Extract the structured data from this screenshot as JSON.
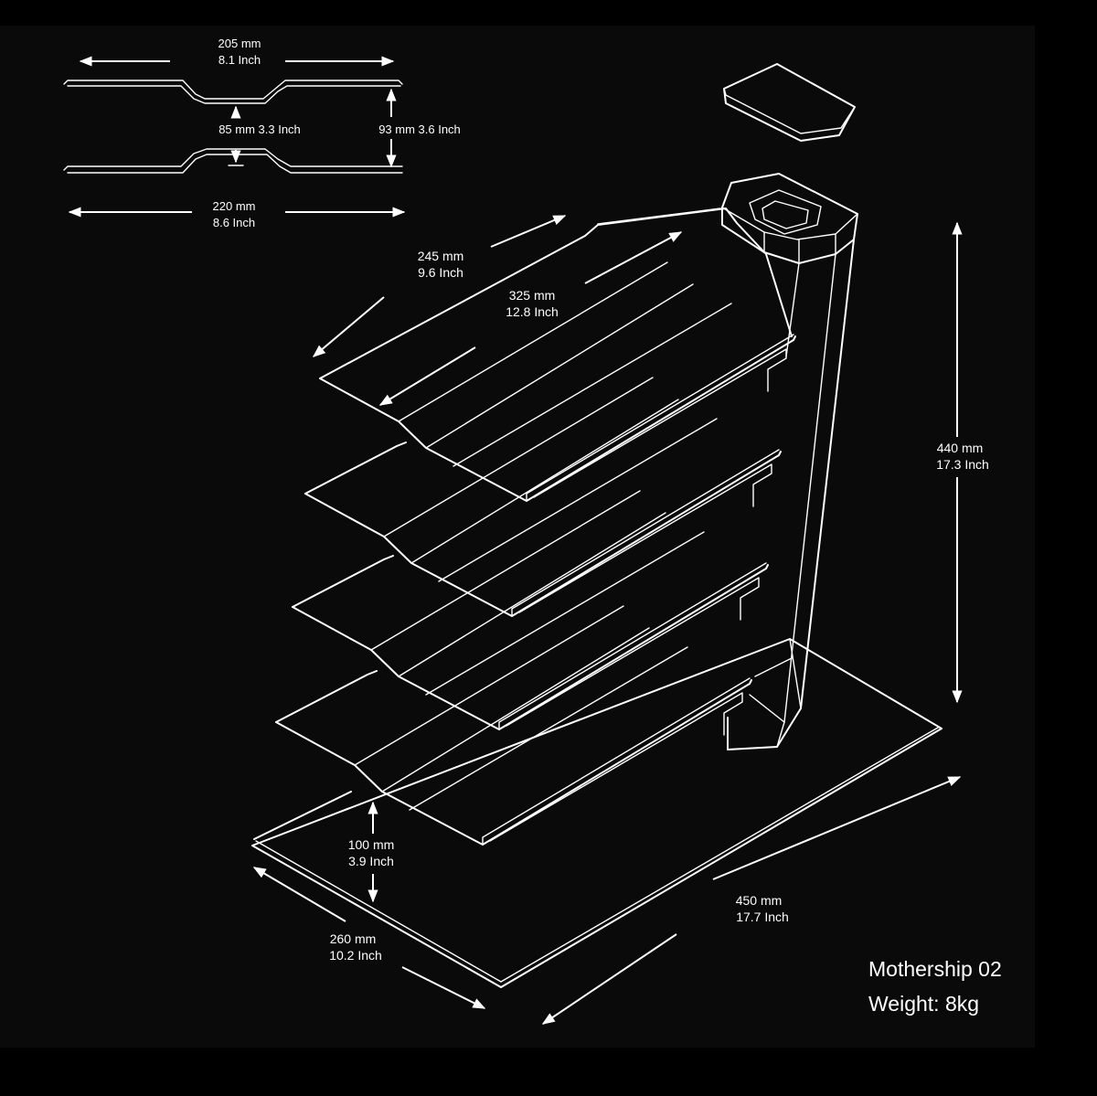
{
  "profile": {
    "top_width": [
      "205 mm",
      "8.1 Inch"
    ],
    "dip_height": "85 mm 3.3 Inch",
    "side_height": "93 mm 3.6 Inch",
    "bottom_width": [
      "220 mm",
      "8.6 Inch"
    ]
  },
  "shelf": {
    "width": [
      "245 mm",
      "9.6 Inch"
    ],
    "depth": [
      "325 mm",
      "12.8 Inch"
    ],
    "spacing": [
      "100 mm",
      "3.9 Inch"
    ]
  },
  "overall": {
    "height": [
      "440 mm",
      "17.3 Inch"
    ],
    "base_length": [
      "450 mm",
      "17.7 Inch"
    ],
    "base_width": [
      "260 mm",
      "10.2 Inch"
    ]
  },
  "product": {
    "name": "Mothership 02",
    "weight": "Weight: 8kg"
  },
  "colors": {
    "background": "#0a0a0a",
    "line": "#ffffff"
  }
}
